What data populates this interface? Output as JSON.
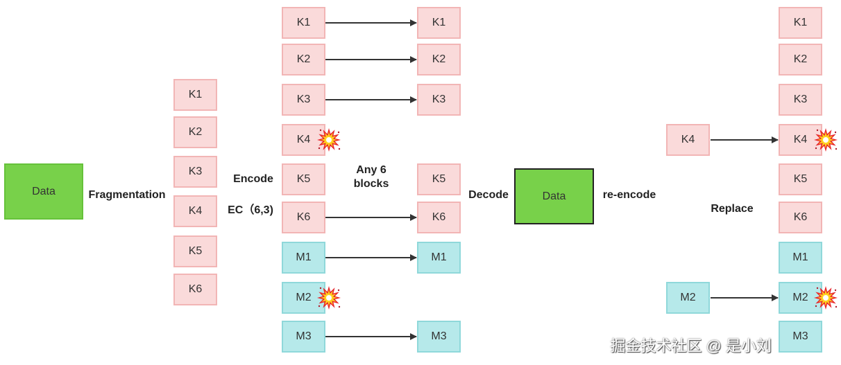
{
  "left_data": "Data",
  "center_data": "Data",
  "labels": {
    "fragmentation": "Fragmentation",
    "encode": "Encode",
    "ec": "EC（6,3)",
    "any6": "Any 6 blocks",
    "decode": "Decode",
    "reencode": "re-encode",
    "replace": "Replace"
  },
  "fragments": [
    "K1",
    "K2",
    "K3",
    "K4",
    "K5",
    "K6"
  ],
  "encoded": [
    "K1",
    "K2",
    "K3",
    "K4",
    "K5",
    "K6",
    "M1",
    "M2",
    "M3"
  ],
  "lost_blocks": [
    "K4",
    "M2"
  ],
  "surviving": [
    "K1",
    "K2",
    "K3",
    "K5",
    "K6",
    "M1",
    "M3"
  ],
  "replacements": [
    "K4",
    "M2"
  ],
  "restored": [
    "K1",
    "K2",
    "K3",
    "K4",
    "K5",
    "K6",
    "M1",
    "M2",
    "M3"
  ],
  "read_blocks": [
    "K1",
    "K2",
    "K3",
    "K6",
    "M1",
    "M3"
  ],
  "colors": {
    "data_block": "#fadada",
    "parity_block": "#b6e9ea",
    "data": "#78d14a"
  },
  "lost_icon": "explosion-icon",
  "watermark": "掘金技术社区 @ 是小刘"
}
